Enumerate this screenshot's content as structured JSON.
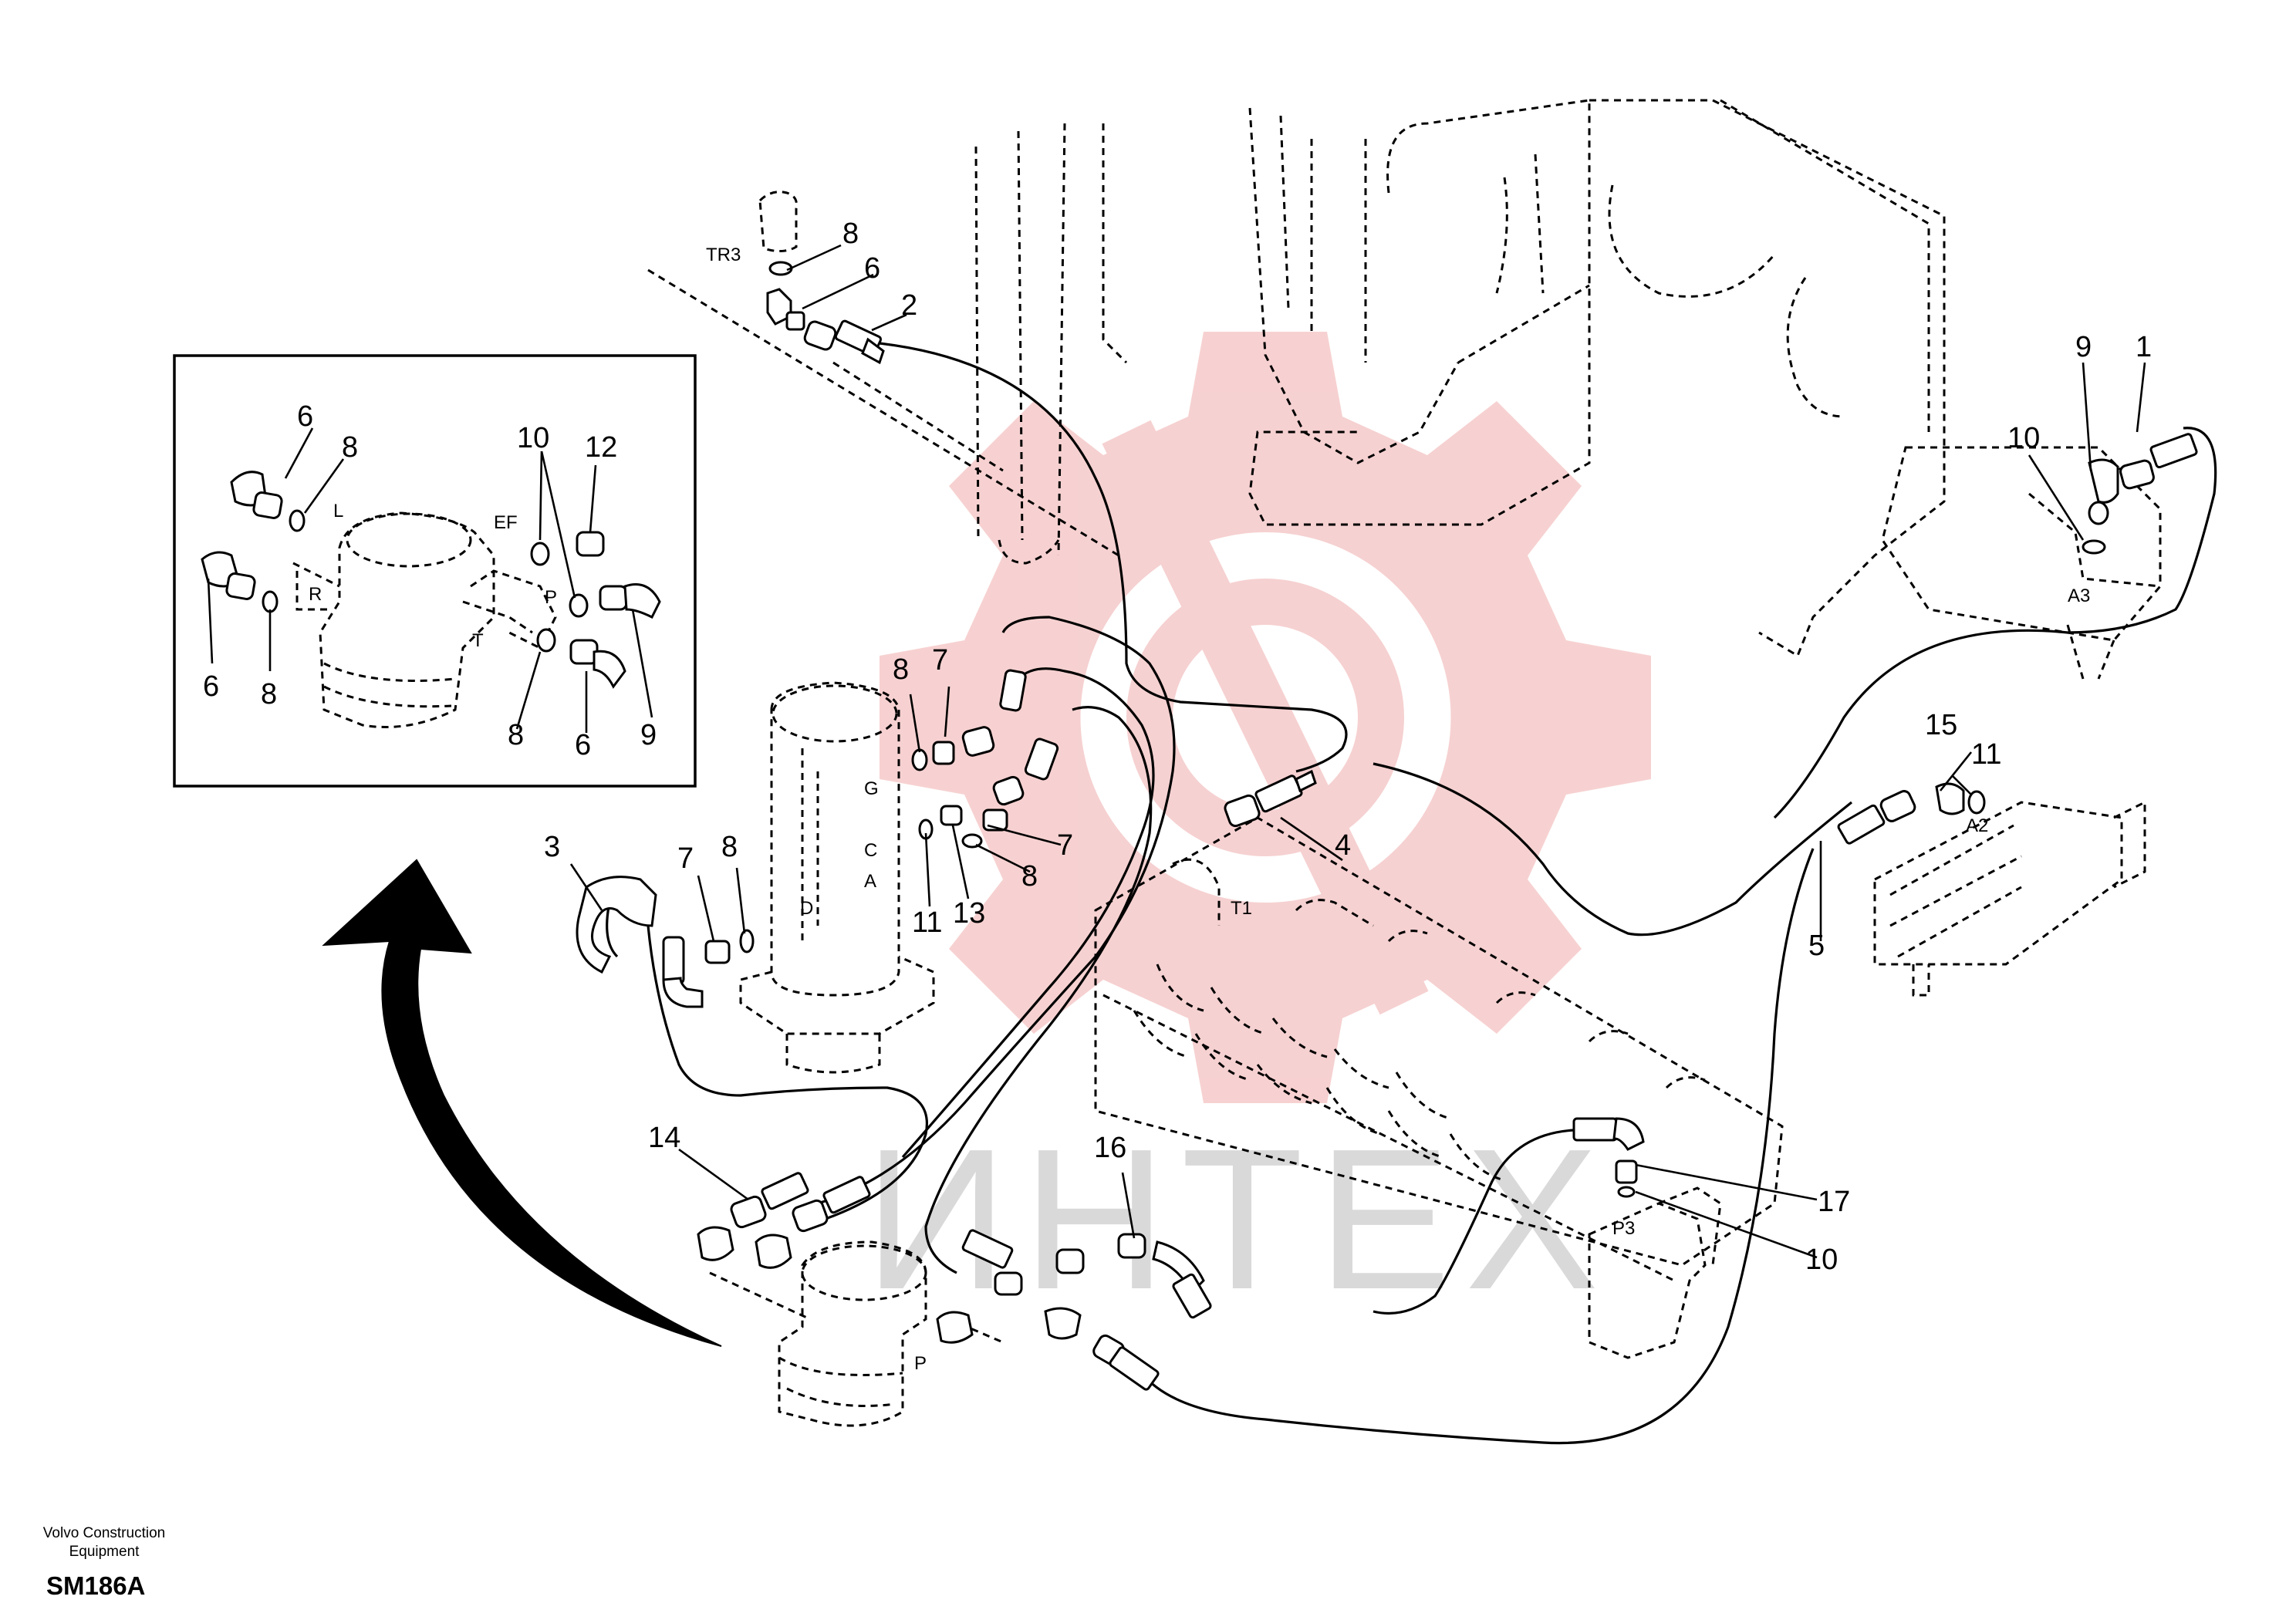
{
  "callouts": [
    {
      "id": "c1",
      "text": "1"
    },
    {
      "id": "c2",
      "text": "2"
    },
    {
      "id": "c3",
      "text": "3"
    },
    {
      "id": "c4",
      "text": "4"
    },
    {
      "id": "c5",
      "text": "5"
    },
    {
      "id": "c6",
      "text": "6"
    },
    {
      "id": "c7",
      "text": "7"
    },
    {
      "id": "c8",
      "text": "8"
    },
    {
      "id": "c9",
      "text": "9"
    },
    {
      "id": "c10",
      "text": "10"
    },
    {
      "id": "c11",
      "text": "11"
    },
    {
      "id": "c12",
      "text": "12"
    },
    {
      "id": "c13",
      "text": "13"
    },
    {
      "id": "c14",
      "text": "14"
    },
    {
      "id": "c15",
      "text": "15"
    },
    {
      "id": "c16",
      "text": "16"
    },
    {
      "id": "c17",
      "text": "17"
    }
  ],
  "ports": {
    "tr3": "TR3",
    "a3": "A3",
    "a2": "A2",
    "t1": "T1",
    "p3": "P3",
    "g": "G",
    "c": "C",
    "a": "A",
    "d": "D",
    "p": "P",
    "l": "L",
    "r": "R",
    "ef": "EF",
    "t": "T",
    "inset_p": "P"
  },
  "footer": {
    "line1": "Volvo Construction",
    "line2": "Equipment",
    "code": "SM186A"
  },
  "watermark": {
    "text": "ИНТЕХ",
    "color": "#f2b8b8",
    "text_color": "#d8d8d8"
  }
}
